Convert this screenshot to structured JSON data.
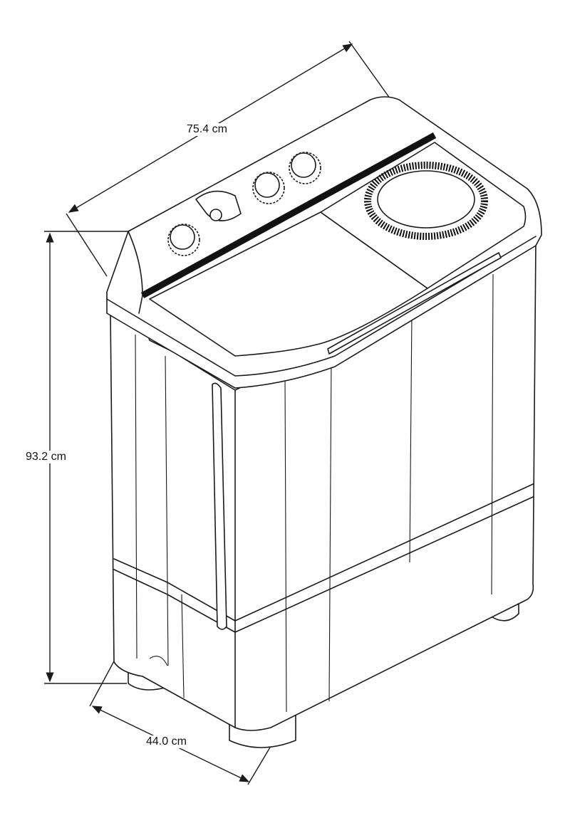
{
  "dimensions": {
    "width": "75.4 cm",
    "height": "93.2 cm",
    "depth": "44.0 cm"
  }
}
